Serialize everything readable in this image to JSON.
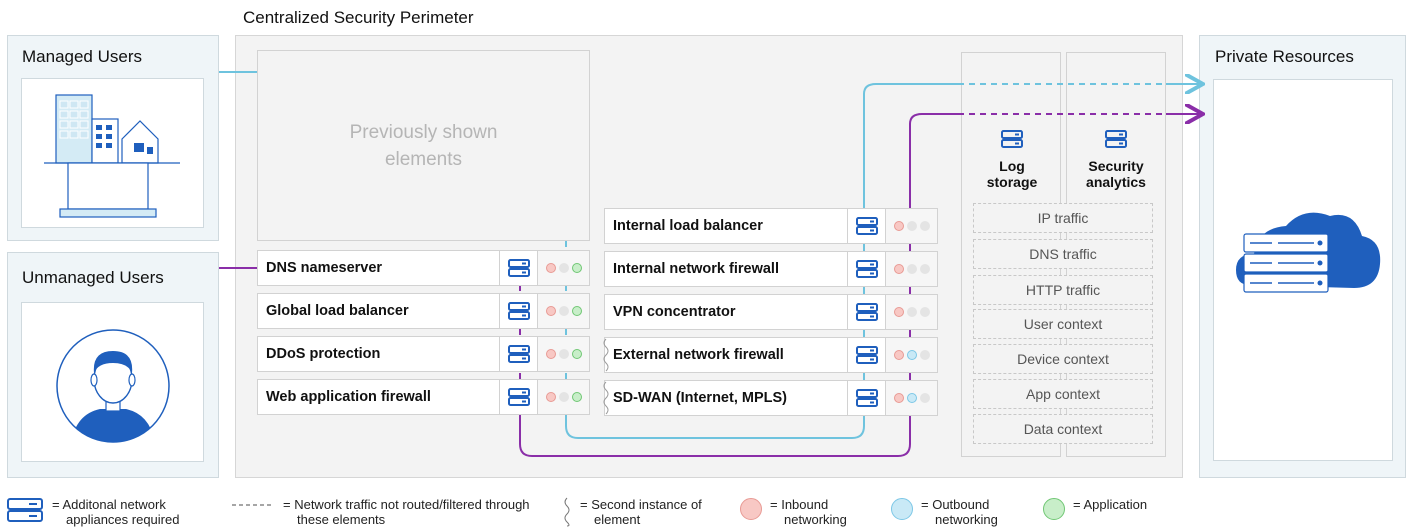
{
  "perimeter": {
    "title": "Centralized Security Perimeter",
    "previous": "Previously shown elements"
  },
  "managed": {
    "title": "Managed Users"
  },
  "unmanaged": {
    "title": "Unmanaged Users"
  },
  "private": {
    "title": "Private Resources"
  },
  "left_services": [
    {
      "label": "DNS nameserver",
      "dots": [
        "inbound",
        "off",
        "application"
      ]
    },
    {
      "label": "Global load balancer",
      "dots": [
        "inbound",
        "off",
        "application"
      ]
    },
    {
      "label": "DDoS protection",
      "dots": [
        "inbound",
        "off",
        "application"
      ]
    },
    {
      "label": "Web application firewall",
      "dots": [
        "inbound",
        "off",
        "application"
      ]
    }
  ],
  "right_services": [
    {
      "label": "Internal load balancer",
      "dots": [
        "inbound",
        "off",
        "off"
      ]
    },
    {
      "label": "Internal network firewall",
      "dots": [
        "inbound",
        "off",
        "off"
      ]
    },
    {
      "label": "VPN concentrator",
      "dots": [
        "inbound",
        "off",
        "off"
      ]
    },
    {
      "label": "External network firewall",
      "dots": [
        "inbound",
        "outbound",
        "off"
      ]
    },
    {
      "label": "SD-WAN (Internet, MPLS)",
      "dots": [
        "inbound",
        "outbound",
        "off"
      ]
    }
  ],
  "columns": {
    "log": "Log storage",
    "security": "Security analytics"
  },
  "traffic": [
    "IP traffic",
    "DNS traffic",
    "HTTP traffic",
    "User context",
    "Device context",
    "App context",
    "Data context"
  ],
  "legend": {
    "appliances": "= Additonal network appliances required",
    "not_routed": "= Network traffic not routed/filtered through these elements",
    "second": "= Second instance of element",
    "inbound": "= Inbound networking",
    "outbound": "= Outbound networking",
    "application": "= Application"
  },
  "colors": {
    "accent_blue": "#1f5fbd",
    "outbound_line": "#6ec3de",
    "application_line": "#8a2ea8",
    "panel_bg": "#eff5f8"
  }
}
